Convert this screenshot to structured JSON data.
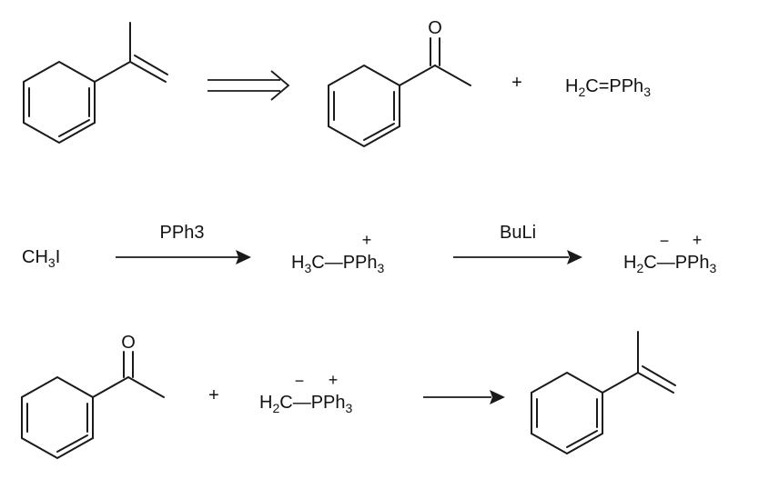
{
  "retro": {
    "reagent": [
      "H",
      "2",
      "C=PPh",
      "3"
    ],
    "plus": "+"
  },
  "step1": {
    "start": [
      "CH",
      "3",
      "I"
    ],
    "reagent": "PPh3",
    "product": [
      "H",
      "3",
      "C—PPh",
      "3"
    ],
    "charge": "+"
  },
  "step2": {
    "reagent": "BuLi",
    "product": [
      "H",
      "2",
      "C—PPh",
      "3"
    ],
    "neg": "−",
    "pos": "+"
  },
  "step3": {
    "plus": "+",
    "reagent": [
      "H",
      "2",
      "C—PPh",
      "3"
    ],
    "neg": "−",
    "pos": "+"
  },
  "atoms": {
    "oxygen": "O"
  },
  "colors": {
    "ink": "#1a1a1a",
    "background": "#ffffff"
  }
}
